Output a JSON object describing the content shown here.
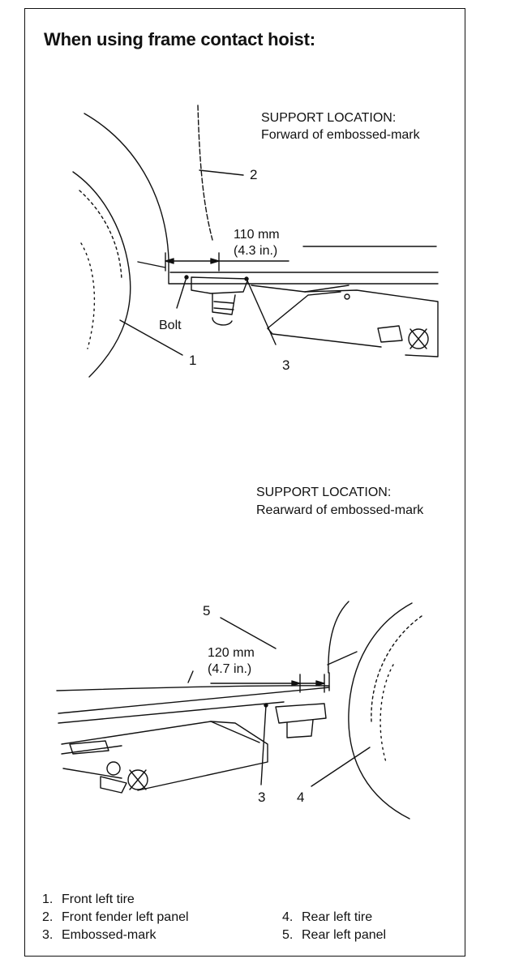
{
  "title": "When using frame contact hoist:",
  "figure_top": {
    "support_heading": "SUPPORT LOCATION:",
    "support_text": "Forward of embossed-mark",
    "dim_mm": "110 mm",
    "dim_in": "(4.3 in.)",
    "bolt_label": "Bolt",
    "callout_1": "1",
    "callout_2": "2",
    "callout_3": "3"
  },
  "figure_bottom": {
    "support_heading": "SUPPORT LOCATION:",
    "support_text": "Rearward of embossed-mark",
    "dim_mm": "120 mm",
    "dim_in": "(4.7 in.)",
    "callout_3": "3",
    "callout_4": "4",
    "callout_5": "5"
  },
  "legend": [
    {
      "num": "1.",
      "label": "Front left tire"
    },
    {
      "num": "2.",
      "label": "Front fender left panel"
    },
    {
      "num": "3.",
      "label": "Embossed-mark"
    },
    {
      "num": "4.",
      "label": "Rear left tire"
    },
    {
      "num": "5.",
      "label": "Rear left panel"
    }
  ]
}
